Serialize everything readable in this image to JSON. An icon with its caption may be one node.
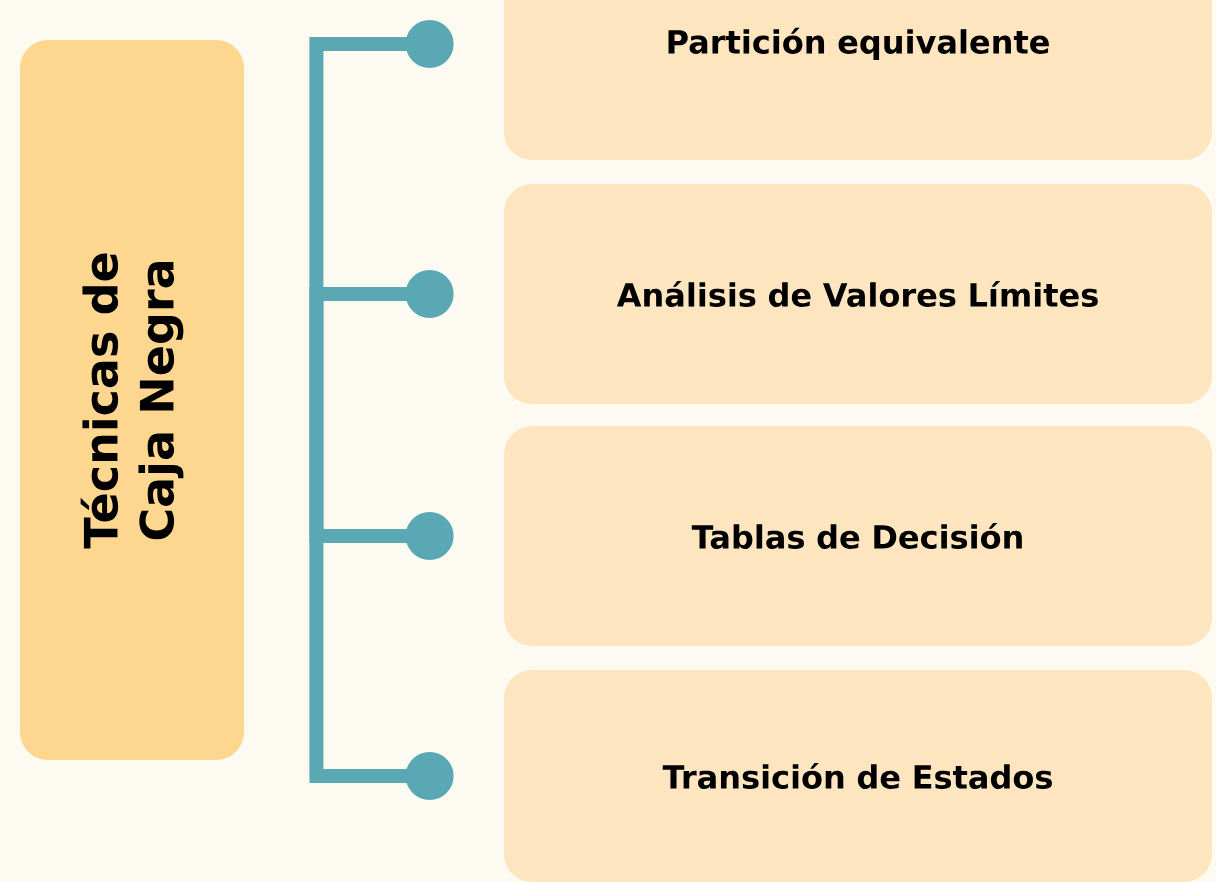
{
  "diagram": {
    "nodes": [
      {
        "text": [
          "Técnicas de Caja Negra"
        ]
      },
      {
        "text": [
          "Partición equivalente"
        ]
      },
      {
        "text": [
          "Análisis de Valores Límites"
        ]
      },
      {
        "text": [
          "Tablas de Decisión"
        ]
      },
      {
        "text": [
          "Transición de Estados"
        ]
      }
    ],
    "edges": [
      {
        "from": 0,
        "to": 1,
        "arrow": "other"
      },
      {
        "from": 0,
        "to": 2,
        "arrow": "other"
      },
      {
        "from": 0,
        "to": 3,
        "arrow": "other"
      },
      {
        "from": 0,
        "to": 4,
        "arrow": "other"
      }
    ]
  }
}
